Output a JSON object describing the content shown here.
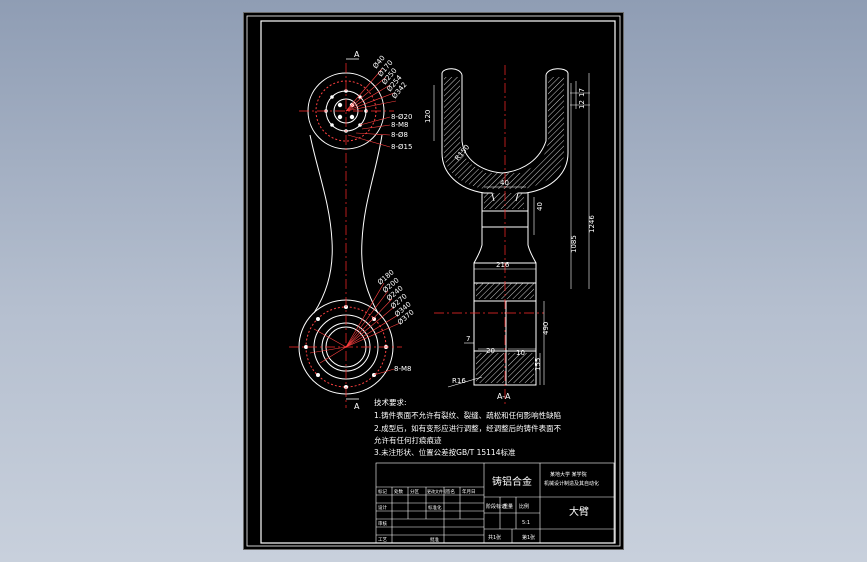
{
  "colors": {
    "background": "#8f9db4",
    "paper": "#000000",
    "line": "#ffffff",
    "centerline": "#ff2a2a",
    "dimension": "#ff4040",
    "hatch": "#ffffff"
  },
  "section": {
    "marker": "A",
    "view_label": "A-A"
  },
  "dims_top_circle": [
    "Ø40",
    "Ø170",
    "Ø250",
    "Ø254",
    "Ø342"
  ],
  "dims_top_holes": [
    "8-Ø20",
    "8-M8",
    "8-Ø8",
    "8-Ø15"
  ],
  "dims_bottom_circle": [
    "Ø180",
    "Ø200",
    "Ø240",
    "Ø270",
    "Ø340",
    "Ø370"
  ],
  "dims_bottom_holes": "8-M8",
  "dims_section": {
    "d120": "120",
    "d17": "17",
    "d12": "12",
    "r150": "R150",
    "d40": "40",
    "d40b": "40",
    "d1246": "1246",
    "d1085": "1085",
    "d216": "216",
    "d490": "490",
    "d7": "7",
    "d20": "20",
    "d10": "10",
    "d155": "155",
    "r16": "R16"
  },
  "notes": {
    "heading": "技术要求:",
    "items": [
      "1.铸件表面不允许有裂纹、裂缝、疏松和任何影响性缺陷",
      "2.成型后，如有变形应进行调整，经调整后的铸件表面不",
      "   允许有任何打痕痕迹",
      "3.未注形状、位置公差按GB/T 15114标准"
    ]
  },
  "title_block": {
    "material": "铸铝合金",
    "org_line1": "某地大学 某学院",
    "org_line2": "机械设计制造及其自动化",
    "part_name": "大臂",
    "stage_label": "阶段标记",
    "weight_label": "重量",
    "scale_label": "比例",
    "scale_value": "5:1",
    "sheet_total": "共1张",
    "sheet_no": "第1张",
    "rows": [
      "标记",
      "处数",
      "分区",
      "更改文件号",
      "签名",
      "年月日"
    ],
    "designer_label": "设计",
    "standard_label": "标准化",
    "checker_label": "审核",
    "process_label": "工艺",
    "approve_label": "批准"
  }
}
